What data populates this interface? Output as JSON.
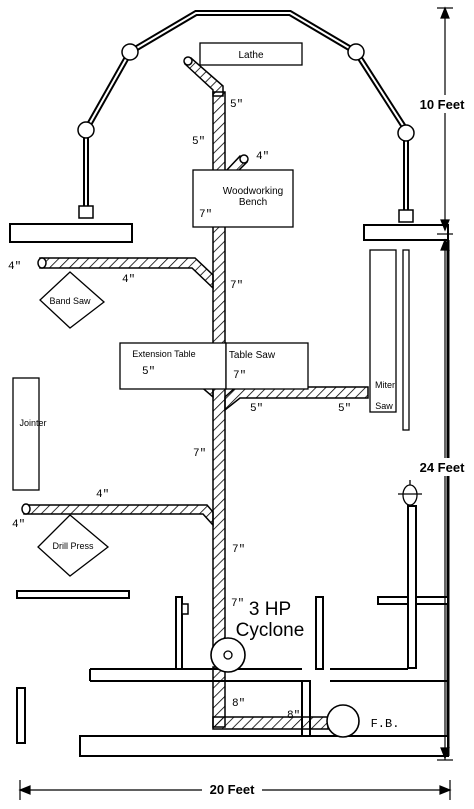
{
  "machines": {
    "lathe": "Lathe",
    "woodworking_bench_line1": "Woodworking",
    "woodworking_bench_line2": "Bench",
    "band_saw": "Band Saw",
    "extension_table": "Extension Table",
    "table_saw": "Table Saw",
    "miter_saw_line1": "Miter",
    "miter_saw_line2": "Saw",
    "jointer": "Jointer",
    "drill_press": "Drill Press",
    "cyclone_line1": "3 HP",
    "cyclone_line2": "Cyclone",
    "fb": "F.B."
  },
  "pipe_sizes": {
    "lathe_drop": "5\"",
    "upper_main": "5\"",
    "bench_branch": "4\"",
    "bench_main": "7\"",
    "bandsaw_end": "4\"",
    "bandsaw_branch": "4\"",
    "bandsaw_main": "7\"",
    "extension_branch": "5\"",
    "tablesaw_main": "7\"",
    "miter_branch_a": "5\"",
    "miter_branch_b": "5\"",
    "mid_main": "7\"",
    "drill_branch": "4\"",
    "drill_end": "4\"",
    "lower_main": "7\"",
    "cyclone_inlet": "7\"",
    "outlet_down": "8\"",
    "outlet_across": "8\""
  },
  "dimensions": {
    "height_upper": "10 Feet",
    "height_lower": "24 Feet",
    "width": "20 Feet"
  }
}
